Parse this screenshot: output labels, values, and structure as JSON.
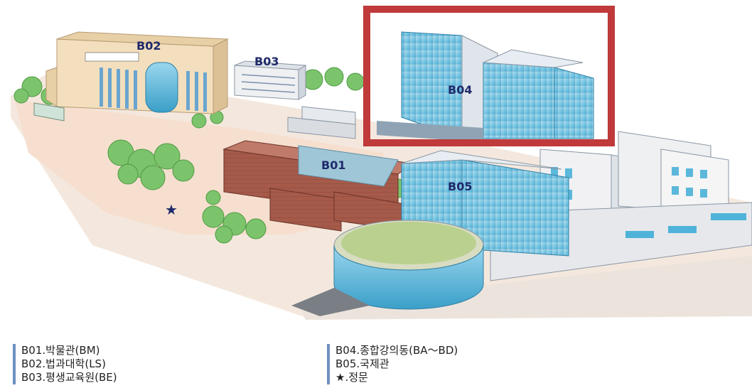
{
  "buildings": {
    "b01": {
      "label": "B01"
    },
    "b02": {
      "label": "B02"
    },
    "b03": {
      "label": "B03"
    },
    "b04": {
      "label": "B04"
    },
    "b05": {
      "label": "B05"
    }
  },
  "main_gate_symbol": "★",
  "highlight_color": "#c0393b",
  "legend": {
    "left": [
      "B01.박물관(BM)",
      "B02.법과대학(LS)",
      "B03.평생교육원(BE)"
    ],
    "right": [
      "B04.종합강의동(BA～BD)",
      "B05.국제관",
      "★.정문"
    ]
  }
}
